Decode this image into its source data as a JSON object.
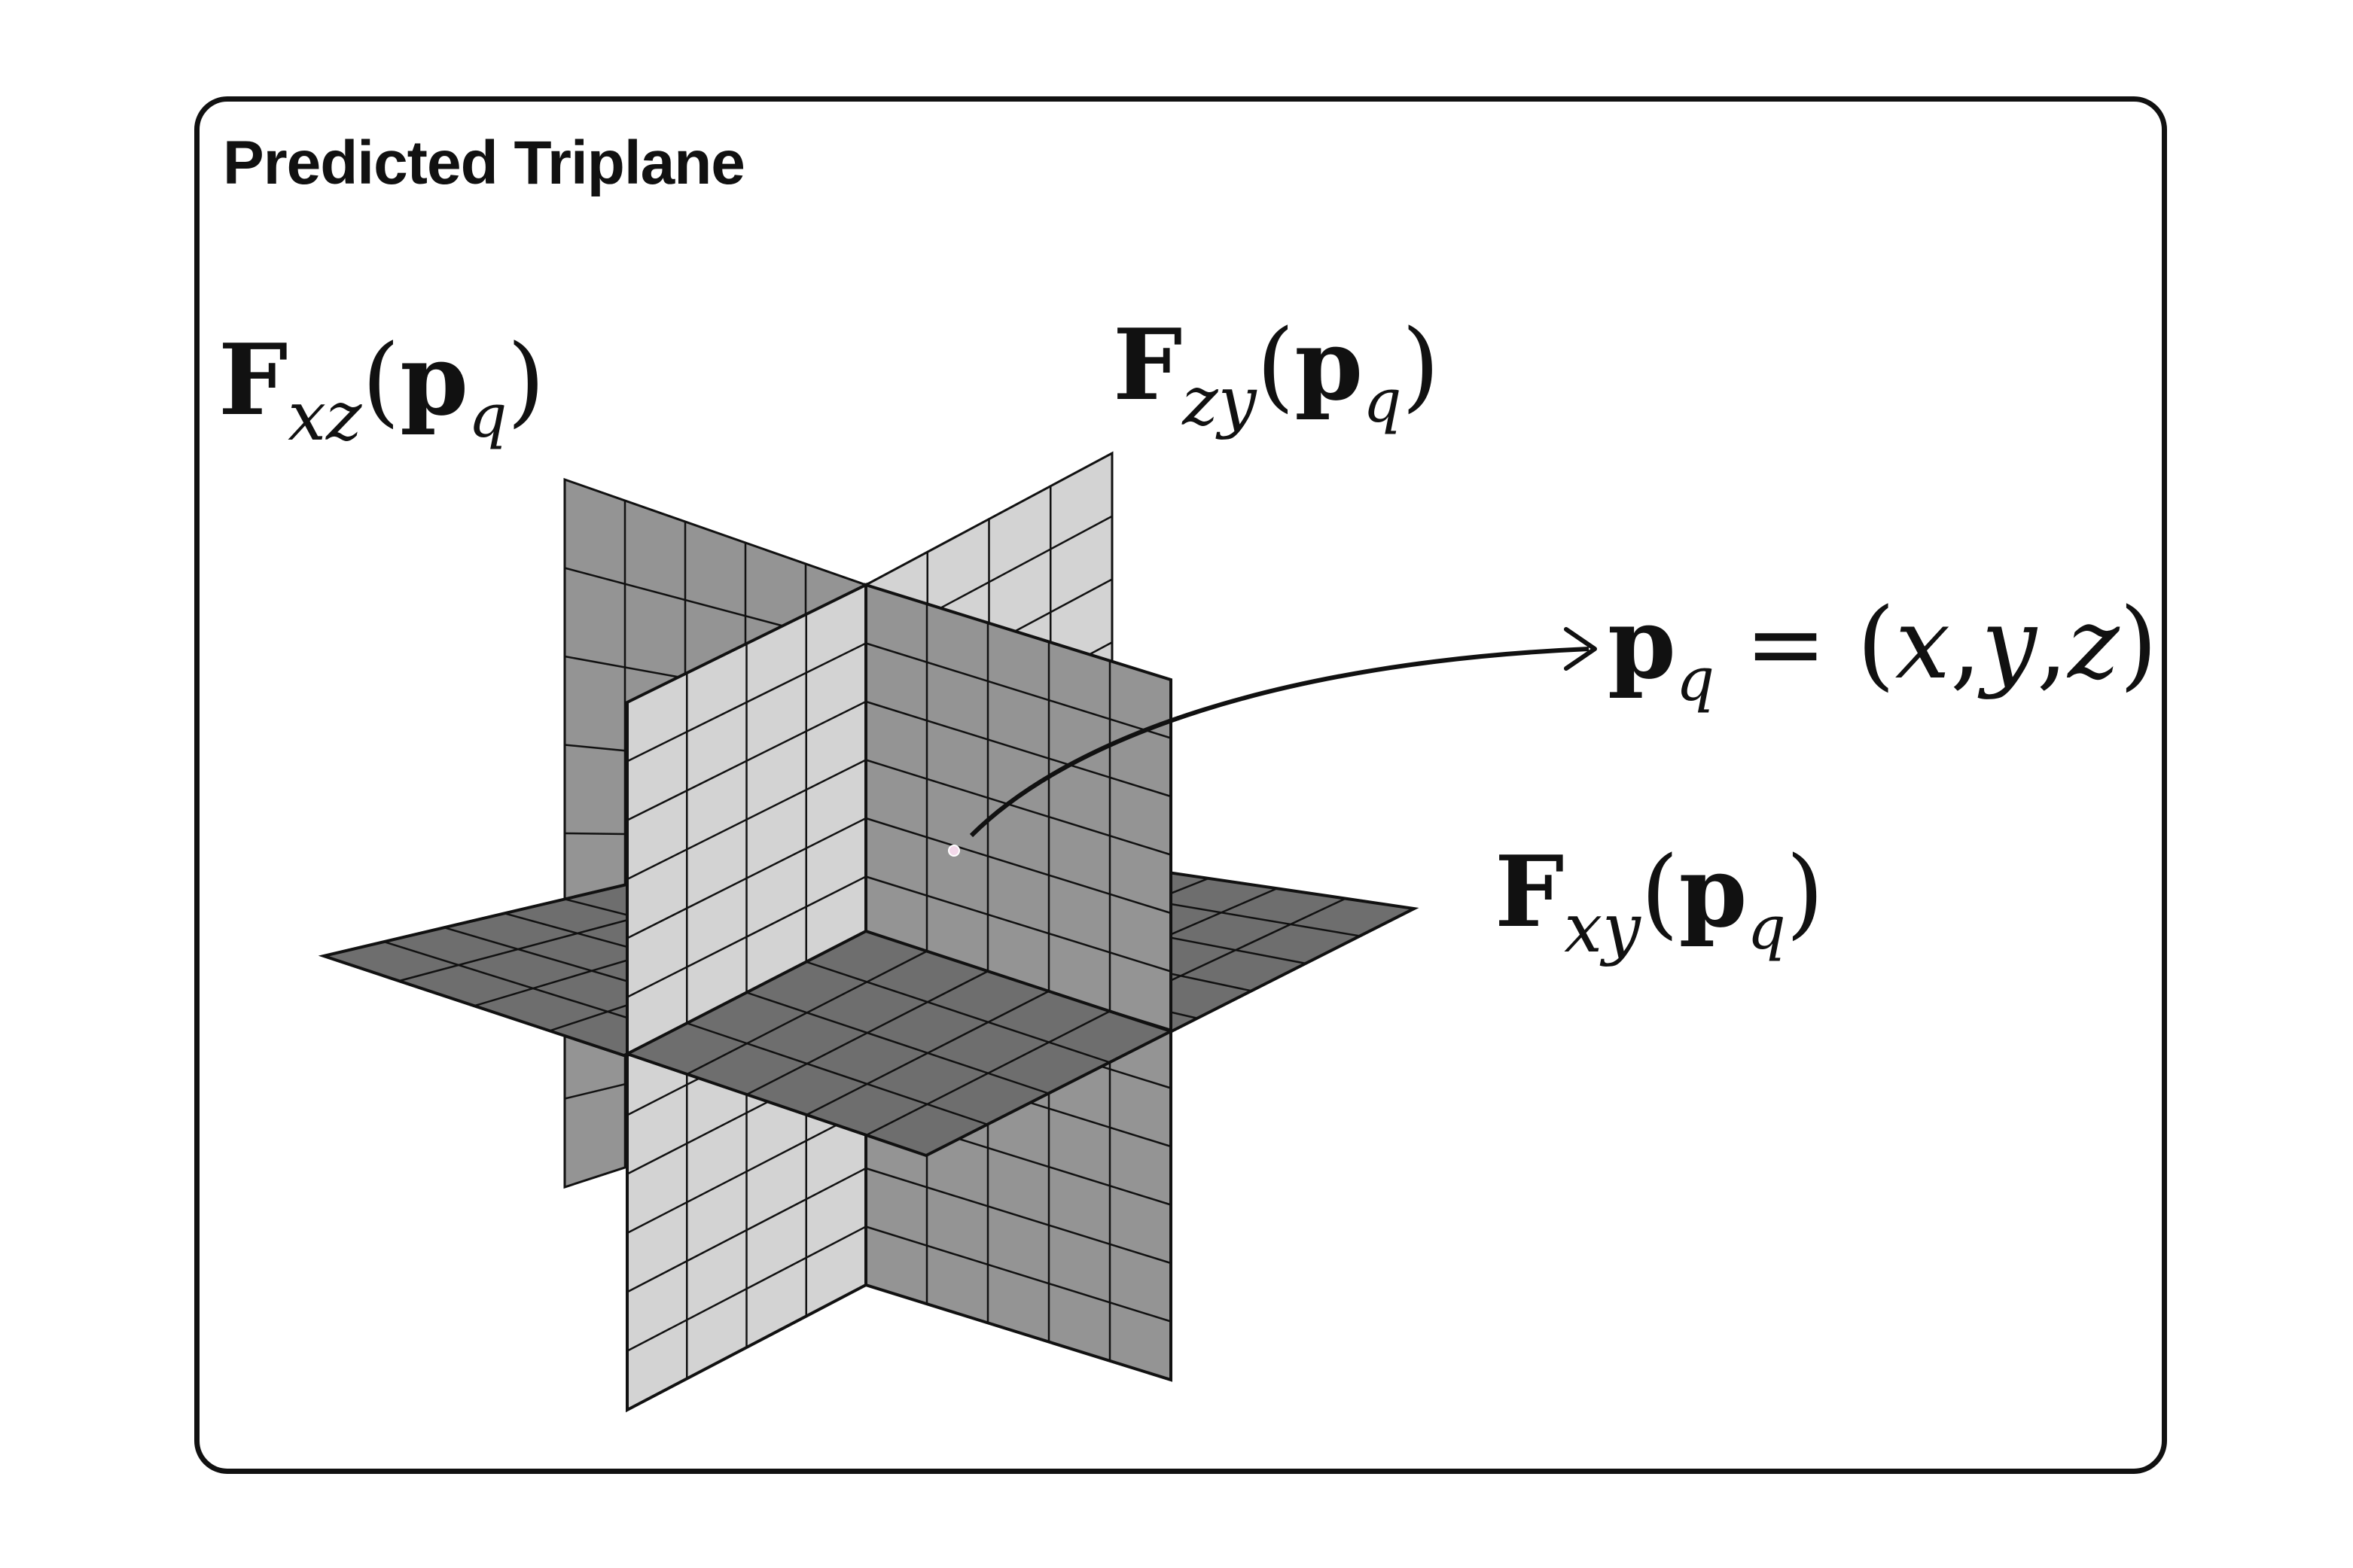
{
  "panel": {
    "title": "Predicted Triplane"
  },
  "planes": {
    "xz": {
      "F": "F",
      "sub": "xz",
      "open": "(",
      "p": "p",
      "q": "q",
      "close": ")"
    },
    "zy": {
      "F": "F",
      "sub": "zy",
      "open": "(",
      "p": "p",
      "q": "q",
      "close": ")"
    },
    "xy": {
      "F": "F",
      "sub": "xy",
      "open": "(",
      "p": "p",
      "q": "q",
      "close": ")"
    }
  },
  "query_point": {
    "p": "p",
    "q": "q",
    "eq": "=",
    "open": "(",
    "x": "x",
    "comma1": ",",
    "y": "y",
    "comma2": ",",
    "z": "z",
    "close": ")"
  },
  "colors": {
    "plane_zy": "#d3d3d3",
    "plane_xz": "#949494",
    "plane_xy": "#6e6e6e",
    "line": "#111111",
    "point": "#f3d9ea"
  }
}
